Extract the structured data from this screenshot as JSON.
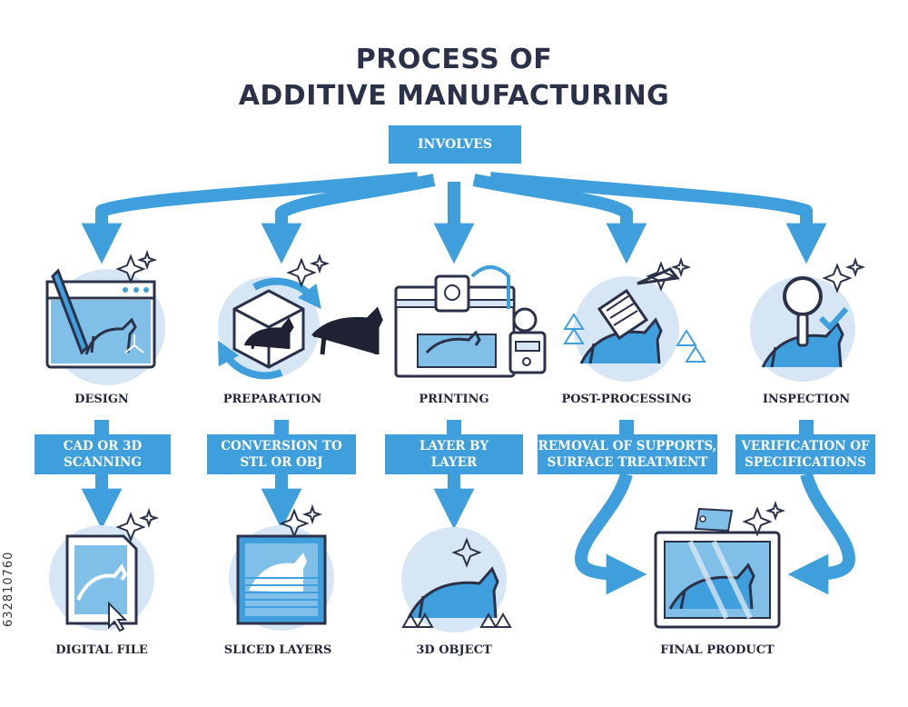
{
  "title": {
    "line1": "PROCESS OF",
    "line2": "ADDITIVE MANUFACTURING"
  },
  "root": {
    "label": "INVOLVES"
  },
  "stages": [
    {
      "name": "DESIGN",
      "method": [
        "CAD OR 3D",
        "SCANNING"
      ],
      "result": "DIGITAL FILE",
      "icon": "design-screen-icon",
      "result_icon": "digital-file-icon"
    },
    {
      "name": "PREPARATION",
      "method": [
        "CONVERSION TO",
        "STL OR OBJ"
      ],
      "result": "SLICED LAYERS",
      "icon": "preparation-cube-icon",
      "result_icon": "sliced-layers-icon"
    },
    {
      "name": "PRINTING",
      "method": [
        "LAYER BY",
        "LAYER"
      ],
      "result": "3D OBJECT",
      "icon": "3d-printer-icon",
      "result_icon": "3d-object-icon"
    },
    {
      "name": "POST-PROCESSING",
      "method": [
        "REMOVAL OF SUPPORTS,",
        "SURFACE TREATMENT"
      ],
      "icon": "post-processing-icon"
    },
    {
      "name": "INSPECTION",
      "method": [
        "VERIFICATION OF",
        "SPECIFICATIONS"
      ],
      "icon": "inspection-magnifier-icon"
    }
  ],
  "final": {
    "label": "FINAL PRODUCT",
    "icon": "final-product-icon"
  },
  "image_id": "632810760",
  "colors": {
    "accent": "#3f9fdc",
    "light": "#d7e6f4",
    "dark": "#2b3148"
  }
}
